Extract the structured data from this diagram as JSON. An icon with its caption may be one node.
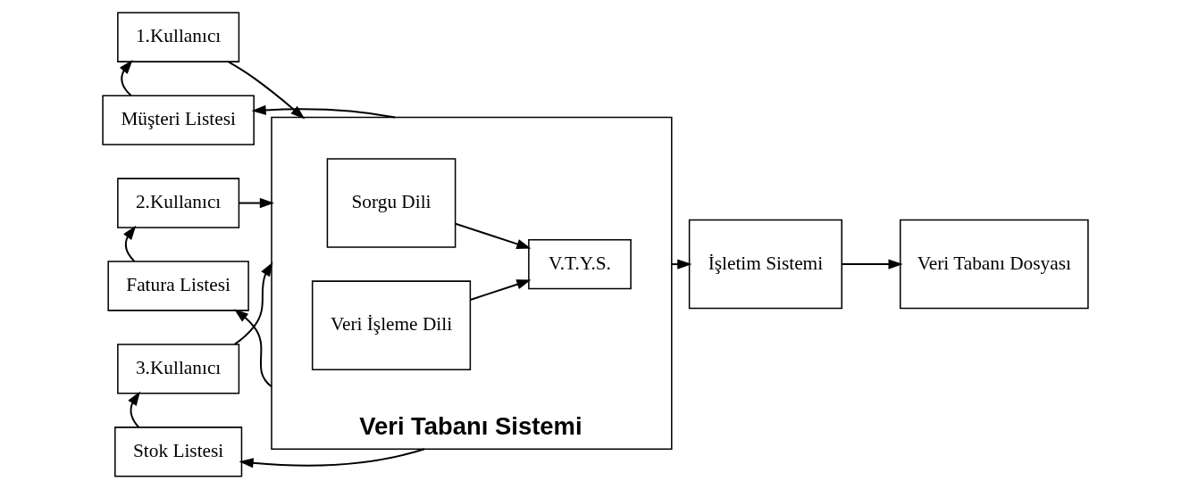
{
  "diagram": {
    "nodes": [
      {
        "text": [
          "Veri Tabanı Sistemi"
        ]
      },
      {
        "text": [
          "1.Kullanıcı"
        ]
      },
      {
        "text": [
          "Müşteri Listesi"
        ]
      },
      {
        "text": [
          "2.Kullanıcı"
        ]
      },
      {
        "text": [
          "Fatura Listesi"
        ]
      },
      {
        "text": [
          "3.Kullanıcı"
        ]
      },
      {
        "text": [
          "Stok Listesi"
        ]
      },
      {
        "text": [
          "Sorgu Dili"
        ],
        "in": 0
      },
      {
        "text": [
          "Veri İşleme Dili"
        ],
        "in": 0
      },
      {
        "text": [
          "V.T.Y.S."
        ],
        "in": 0
      },
      {
        "text": [
          "İşletim Sistemi"
        ]
      },
      {
        "text": [
          "Veri Tabanı Dosyası"
        ]
      }
    ],
    "edges": [
      {
        "from": 1,
        "to": 0,
        "arrow": "to"
      },
      {
        "from": 0,
        "to": 2,
        "arrow": "to"
      },
      {
        "from": 2,
        "to": 1,
        "arrow": "to"
      },
      {
        "from": 3,
        "to": 0,
        "arrow": "to"
      },
      {
        "from": 0,
        "to": 4,
        "arrow": "to"
      },
      {
        "from": 4,
        "to": 3,
        "arrow": "to"
      },
      {
        "from": 5,
        "to": 0,
        "arrow": "to"
      },
      {
        "from": 0,
        "to": 6,
        "arrow": "to"
      },
      {
        "from": 6,
        "to": 5,
        "arrow": "to"
      },
      {
        "from": 7,
        "to": 9,
        "arrow": "to"
      },
      {
        "from": 8,
        "to": 9,
        "arrow": "to"
      },
      {
        "from": 0,
        "to": 10,
        "arrow": "to"
      },
      {
        "from": 10,
        "to": 11,
        "arrow": "to"
      }
    ]
  }
}
